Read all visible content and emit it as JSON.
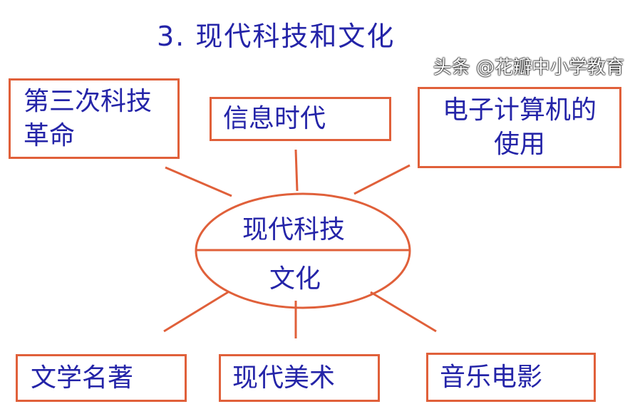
{
  "title": "3. 现代科技和文化",
  "center": {
    "top": "现代科技",
    "bottom": "文化"
  },
  "top_boxes": [
    {
      "lines": [
        "第三次科技",
        "革命"
      ]
    },
    {
      "lines": [
        "信息时代"
      ]
    },
    {
      "lines": [
        "电子计算机的",
        "使用"
      ]
    }
  ],
  "bottom_boxes": [
    {
      "lines": [
        "文学名著"
      ]
    },
    {
      "lines": [
        "现代美术"
      ]
    },
    {
      "lines": [
        "音乐电影"
      ]
    }
  ],
  "watermark": "头条 @花瓣中小学教育",
  "colors": {
    "text": "#2424a8",
    "border": "#e0603a"
  }
}
